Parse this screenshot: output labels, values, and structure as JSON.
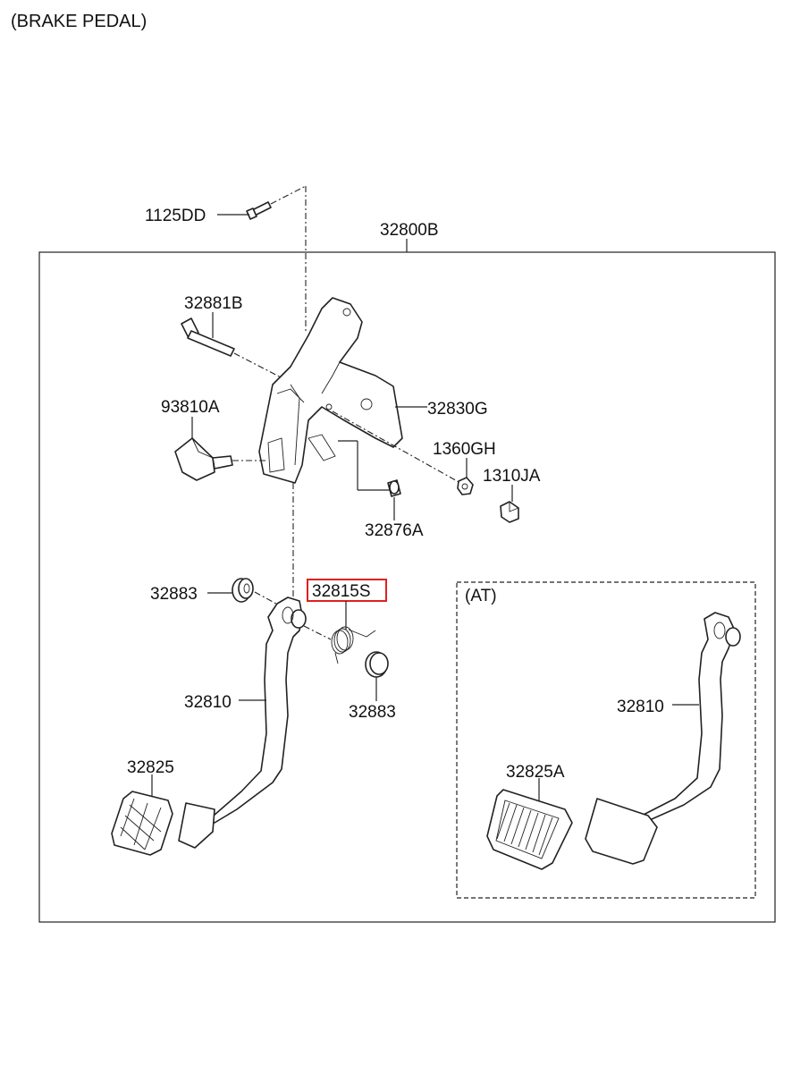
{
  "title": "(BRAKE PEDAL)",
  "assembly_label": "32800B",
  "at_label": "(AT)",
  "highlight_color": "#e02020",
  "parts": {
    "bolt_top": "1125DD",
    "bolt": "32881B",
    "switch": "93810A",
    "bracket": "32830G",
    "nut_a": "1360GH",
    "nut_b": "1310JA",
    "bushing_small": "32876A",
    "bushing_left": "32883",
    "spring": "32815S",
    "bushing_right": "32883",
    "pedal_arm": "32810",
    "pedal_pad": "32825",
    "at_pedal_arm": "32810",
    "at_pedal_pad": "32825A"
  }
}
